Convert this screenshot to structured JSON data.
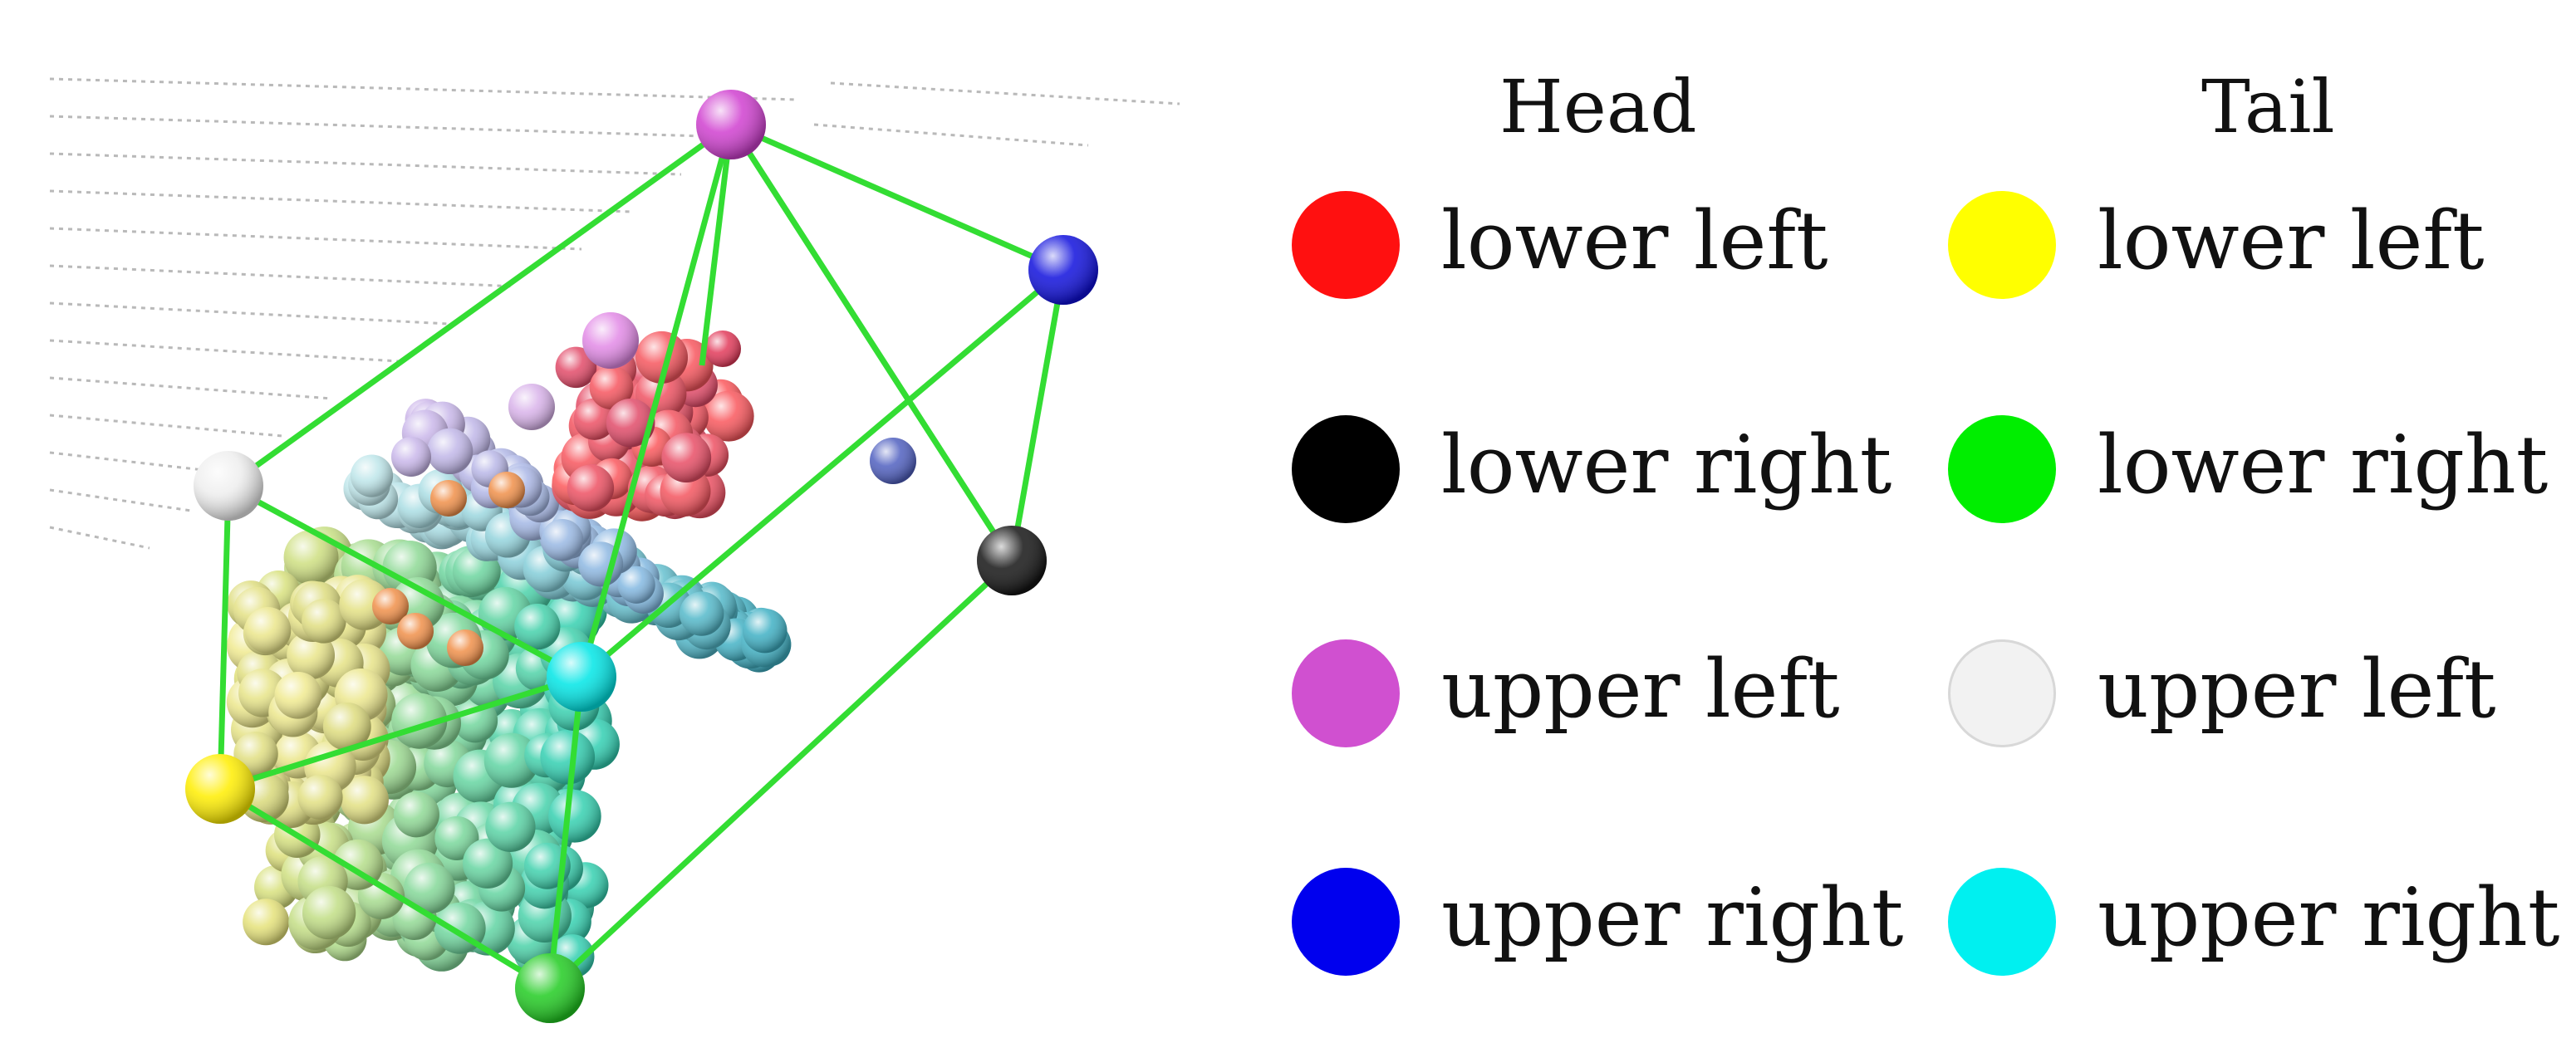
{
  "legend": {
    "head_title": "Head",
    "tail_title": "Tail",
    "head_items": [
      {
        "label": "lower left",
        "color": "#ff1010"
      },
      {
        "label": "lower right",
        "color": "#000000"
      },
      {
        "label": "upper left",
        "color": "#d050d0"
      },
      {
        "label": "upper right",
        "color": "#0000ee"
      }
    ],
    "tail_items": [
      {
        "label": "lower left",
        "color": "#ffff00"
      },
      {
        "label": "lower right",
        "color": "#00ee00"
      },
      {
        "label": "upper left",
        "color": "#f2f2f2"
      },
      {
        "label": "upper right",
        "color": "#00f0f0"
      }
    ]
  },
  "box": {
    "edge_color": "#33dd33",
    "corners": [
      {
        "name": "head-upper-left",
        "color": "#d040d0"
      },
      {
        "name": "head-upper-right",
        "color": "#1010dd"
      },
      {
        "name": "head-lower-right",
        "color": "#151515"
      },
      {
        "name": "tail-upper-left",
        "color": "#eeeeee"
      },
      {
        "name": "tail-lower-left",
        "color": "#ffee00"
      },
      {
        "name": "tail-lower-right",
        "color": "#22cc22"
      },
      {
        "name": "tail-upper-right",
        "color": "#00e6e6"
      }
    ]
  }
}
